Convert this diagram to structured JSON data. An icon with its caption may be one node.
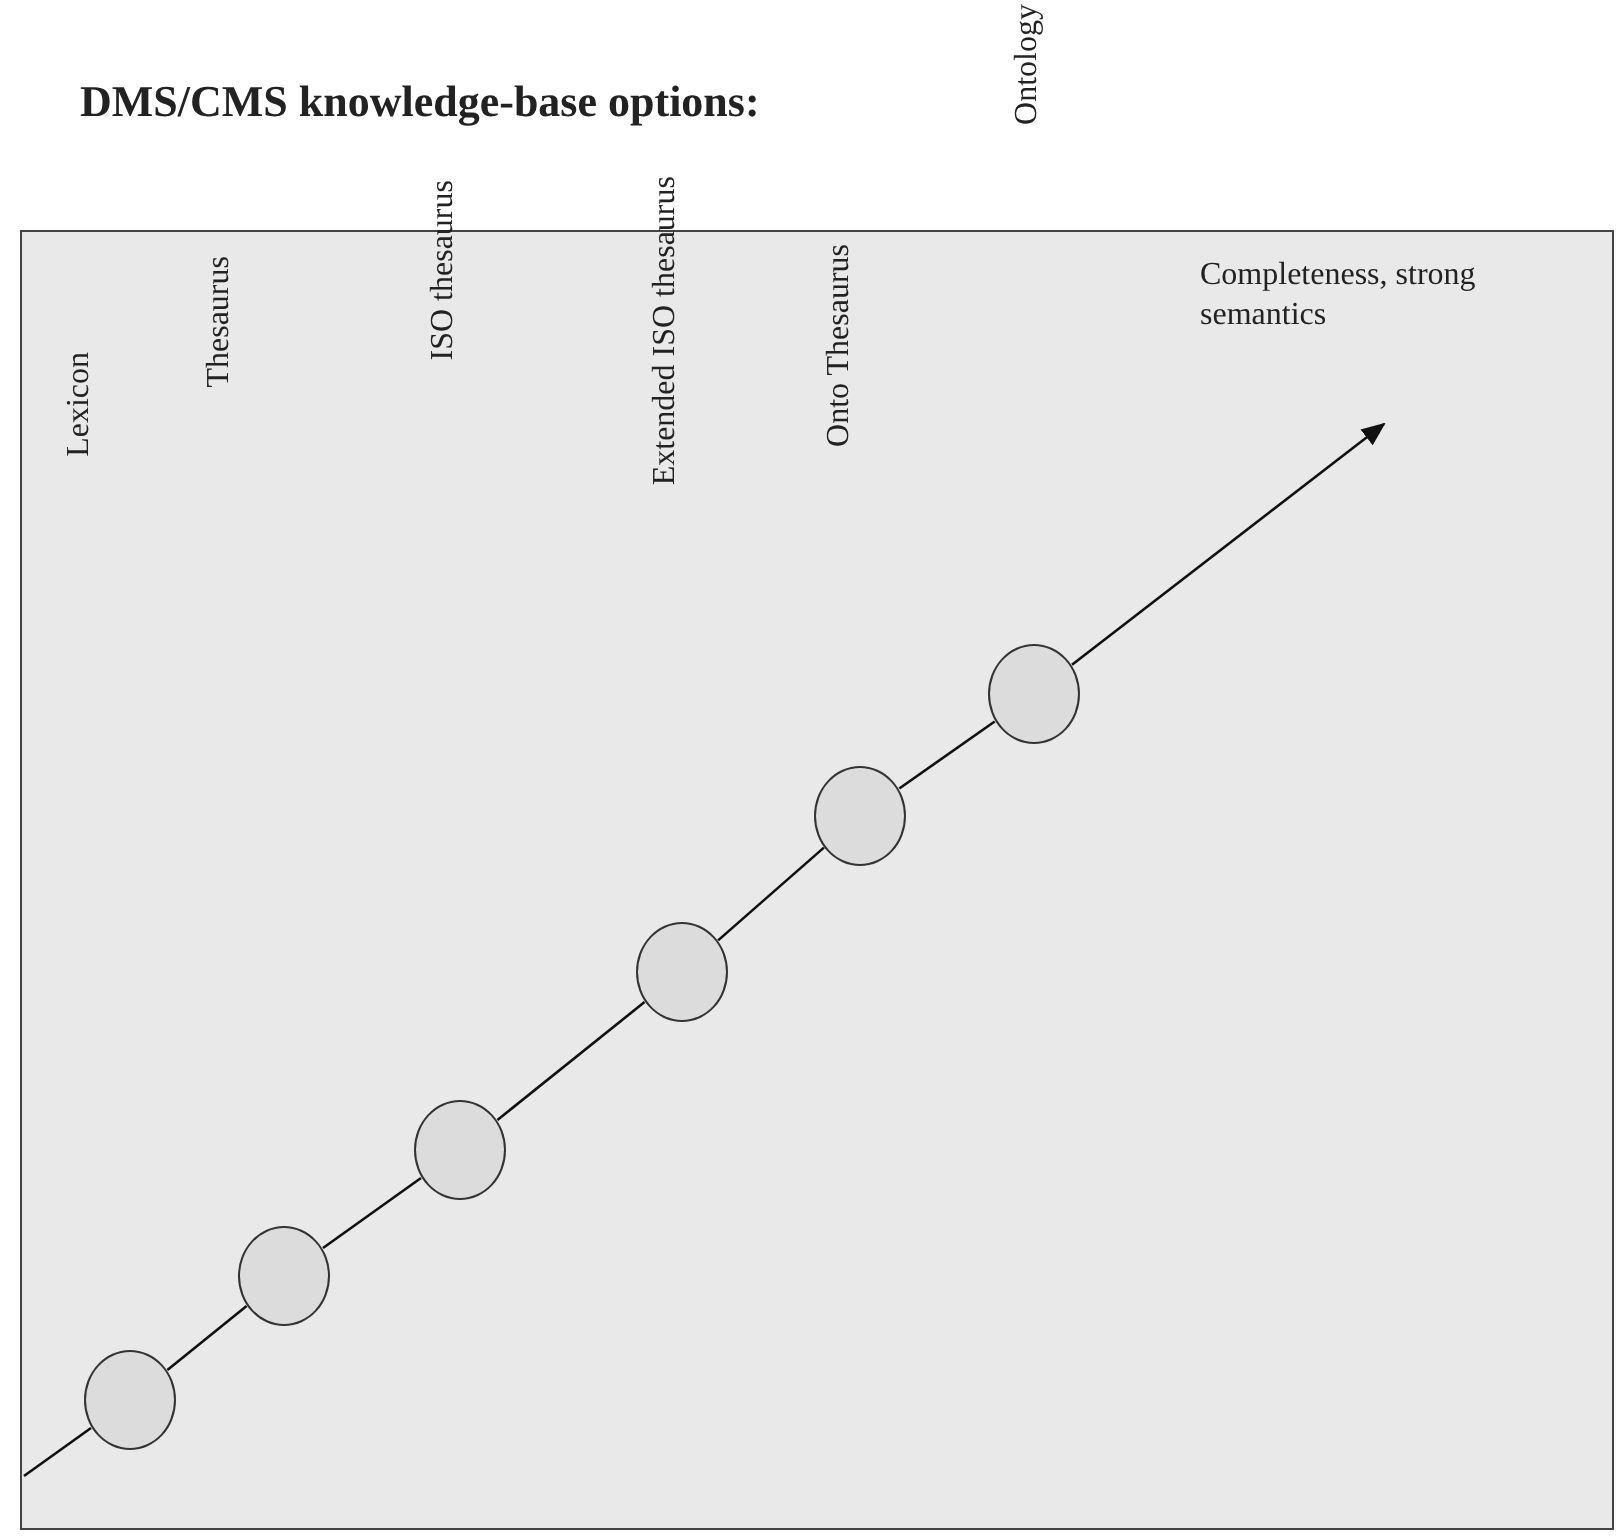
{
  "diagram": {
    "title": "DMS/CMS knowledge-base options:",
    "nodes": [
      {
        "text": [],
        "shape": "circle"
      },
      {
        "text": [],
        "shape": "circle"
      },
      {
        "text": [],
        "shape": "circle"
      },
      {
        "text": [],
        "shape": "circle"
      },
      {
        "text": [],
        "shape": "circle"
      },
      {
        "text": [],
        "shape": "circle"
      }
    ],
    "edges": [
      {
        "from": null,
        "to": 0,
        "arrow": "none"
      },
      {
        "from": 0,
        "to": 1,
        "arrow": "none"
      },
      {
        "from": 1,
        "to": 2,
        "arrow": "none"
      },
      {
        "from": 2,
        "to": 3,
        "arrow": "none"
      },
      {
        "from": 3,
        "to": 4,
        "arrow": "none"
      },
      {
        "from": 4,
        "to": 5,
        "arrow": "none"
      },
      {
        "from": 5,
        "to": null,
        "arrow": "to"
      }
    ],
    "labels": [
      "Ontology",
      "ISO thesaurus",
      "Extended ISO thesaurus",
      "Thesaurus",
      "Onto Thesaurus",
      "Completeness, strong semantics",
      "Lexicon"
    ]
  }
}
